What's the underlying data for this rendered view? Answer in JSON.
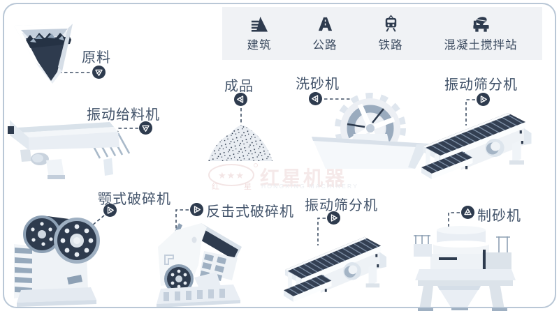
{
  "applications_panel": {
    "items": [
      {
        "icon": "building-icon",
        "label": "建筑"
      },
      {
        "icon": "highway-icon",
        "label": "公路"
      },
      {
        "icon": "railway-icon",
        "label": "铁路"
      },
      {
        "icon": "concrete-plant-icon",
        "label": "混凝土搅拌站"
      }
    ]
  },
  "nodes": [
    {
      "id": "raw-material",
      "label": "原料"
    },
    {
      "id": "vibrating-feeder",
      "label": "振动给料机"
    },
    {
      "id": "finished-product",
      "label": "成品"
    },
    {
      "id": "sand-washer",
      "label": "洗砂机"
    },
    {
      "id": "vibrating-screen-top",
      "label": "振动筛分机"
    },
    {
      "id": "jaw-crusher",
      "label": "颚式破碎机"
    },
    {
      "id": "impact-crusher",
      "label": "反击式破碎机"
    },
    {
      "id": "vibrating-screen-bottom",
      "label": "振动筛分机"
    },
    {
      "id": "sand-maker",
      "label": "制砂机"
    }
  ],
  "watermark": {
    "brand_cn": "红星机器",
    "brand_en": "HONGXING MACHINERY",
    "logo_char_left": "红",
    "logo_char_right": "星",
    "stars": "★★★"
  },
  "colors": {
    "dark": "#2e3b4e",
    "label_text": "#42536a",
    "panel_bg": "#f0f2f5",
    "border": "#b9c7d6",
    "machine_light": "#edf1f5",
    "machine_mid": "#dce3ea",
    "machine_accent": "#8da0b4",
    "watermark_pink": "#f5e9e9"
  }
}
